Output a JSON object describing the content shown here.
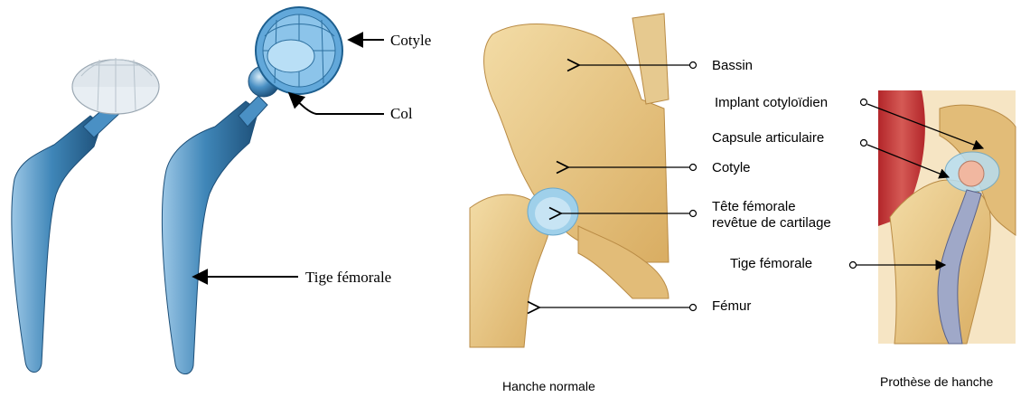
{
  "prosthesis": {
    "labels": {
      "cotyle": "Cotyle",
      "col": "Col",
      "tige": "Tige fémorale"
    }
  },
  "normal_hip": {
    "labels": {
      "bassin": "Bassin",
      "cotyle": "Cotyle",
      "tete_line1": "Tête fémorale",
      "tete_line2": "revêtue de cartilage",
      "femur": "Fémur"
    },
    "caption": "Hanche normale"
  },
  "prosthetic_hip": {
    "labels": {
      "implant": "Implant cotyloïdien",
      "capsule": "Capsule articulaire",
      "tige": "Tige fémorale"
    },
    "caption": "Prothèse de hanche"
  },
  "colors": {
    "stem_blue": "#3f86b8",
    "bone": "#e9c98a",
    "cartilage": "#9fd0ea",
    "muscle": "#c03a3a"
  }
}
